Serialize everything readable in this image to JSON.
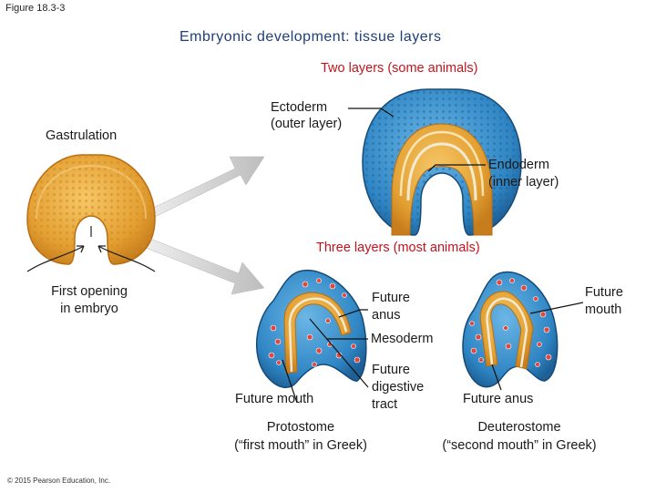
{
  "figure_label": "Figure 18.3-3",
  "title": "Embryonic development: tissue layers",
  "gastrulation_label": "Gastrulation",
  "first_opening_label": [
    "First opening",
    "in embryo"
  ],
  "two_layers_heading": "Two layers (some animals)",
  "ectoderm_label": [
    "Ectoderm",
    "(outer layer)"
  ],
  "endoderm_label": [
    "Endoderm",
    "(inner layer)"
  ],
  "three_layers_heading": "Three layers (most animals)",
  "future_anus_label_left": [
    "Future",
    "anus"
  ],
  "future_mouth_label_right": [
    "Future",
    "mouth"
  ],
  "mesoderm_label": "Mesoderm",
  "future_digestive_tract_label": [
    "Future",
    "digestive",
    "tract"
  ],
  "future_mouth_label_left": "Future mouth",
  "future_anus_label_right": "Future anus",
  "protostome_label": [
    "Protostome",
    "(“first mouth” in Greek)"
  ],
  "deuterostome_label": [
    "Deuterostome",
    "(“second mouth” in Greek)"
  ],
  "copyright": "© 2015 Pearson Education, Inc.",
  "colors": {
    "title_blue": "#1f3f78",
    "heading_red": "#c0141e",
    "ectoderm_blue": "#2f86c4",
    "endoderm_orange": "#e3a032",
    "mesoderm_red": "#e0483d",
    "arrow_gray": "#c8c8c8"
  }
}
